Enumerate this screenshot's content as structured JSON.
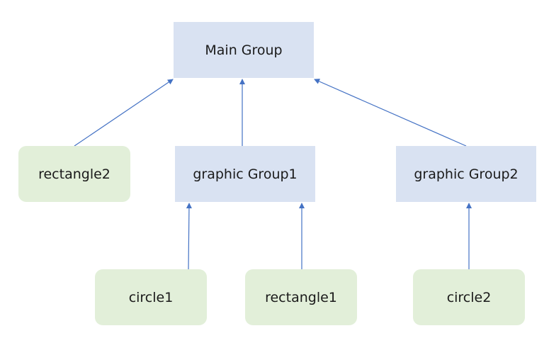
{
  "diagram": {
    "nodes": {
      "main_group": {
        "label": "Main Group",
        "kind": "group"
      },
      "graphic_group1": {
        "label": "graphic Group1",
        "kind": "group"
      },
      "graphic_group2": {
        "label": "graphic Group2",
        "kind": "group"
      },
      "rectangle2": {
        "label": "rectangle2",
        "kind": "shape"
      },
      "circle1": {
        "label": "circle1",
        "kind": "shape"
      },
      "rectangle1": {
        "label": "rectangle1",
        "kind": "shape"
      },
      "circle2": {
        "label": "circle2",
        "kind": "shape"
      }
    },
    "edges": [
      {
        "from": "rectangle2",
        "to": "main_group"
      },
      {
        "from": "graphic_group1",
        "to": "main_group"
      },
      {
        "from": "graphic_group2",
        "to": "main_group"
      },
      {
        "from": "circle1",
        "to": "graphic_group1"
      },
      {
        "from": "rectangle1",
        "to": "graphic_group1"
      },
      {
        "from": "circle2",
        "to": "graphic_group2"
      }
    ],
    "colors": {
      "group_fill": "#d9e2f2",
      "shape_fill": "#e2efd9",
      "arrow": "#4472c4"
    }
  }
}
